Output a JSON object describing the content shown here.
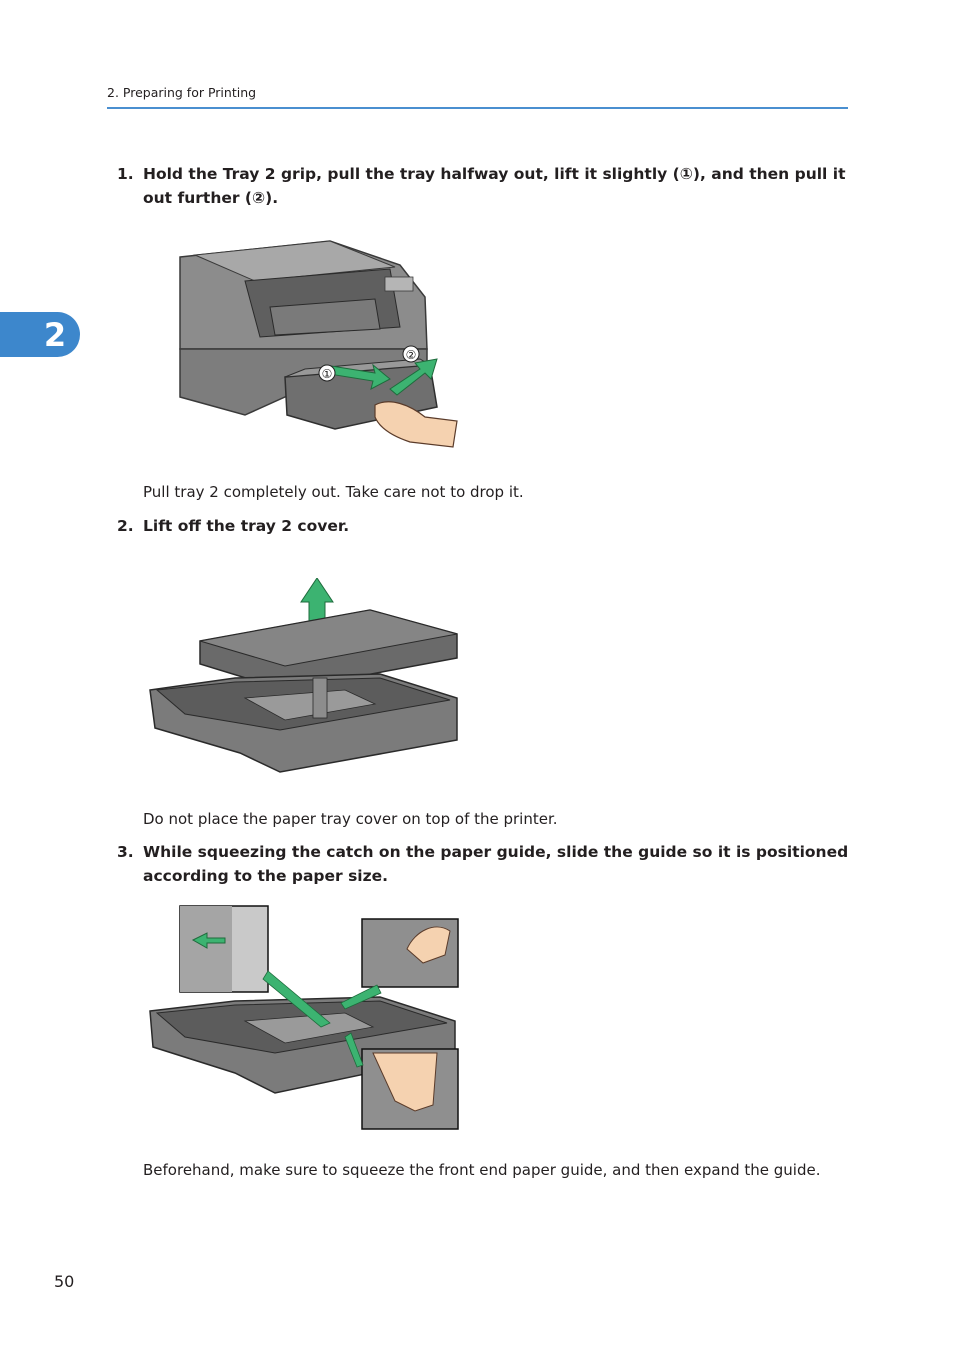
{
  "header": {
    "section": "2. Preparing for Printing"
  },
  "chapter_tab": {
    "number": "2"
  },
  "steps": [
    {
      "number": "1.",
      "text": "Hold the Tray 2 grip, pull the tray halfway out, lift it slightly (①), and then pull it out further (②).",
      "note": "Pull tray 2 completely out. Take care not to drop it.",
      "callouts": [
        "①",
        "②"
      ]
    },
    {
      "number": "2.",
      "text": "Lift off the tray 2 cover.",
      "note": "Do not place the paper tray cover on top of the printer."
    },
    {
      "number": "3.",
      "text": "While squeezing the catch on the paper guide, slide the guide so it is positioned according to the paper size.",
      "note": "Beforehand, make sure to squeeze the front end paper guide, and then expand the guide."
    }
  ],
  "colors": {
    "accent": "#4a8fd0",
    "arrow": "#3cb371",
    "gray": "#6d6e71"
  },
  "page_number": "50"
}
